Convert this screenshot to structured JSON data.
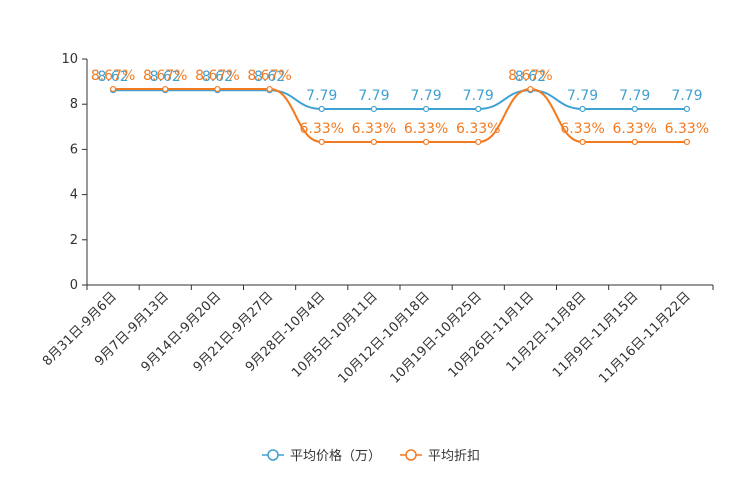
{
  "chart_data": {
    "type": "line",
    "categories": [
      "8月31日-9月6日",
      "9月7日-9月13日",
      "9月14日-9月20日",
      "9月21日-9月27日",
      "9月28日-10月4日",
      "10月5日-10月11日",
      "10月12日-10月18日",
      "10月19日-10月25日",
      "10月26日-11月1日",
      "11月2日-11月8日",
      "11月9日-11月15日",
      "11月16日-11月22日"
    ],
    "ylim": [
      0,
      10
    ],
    "yticks": [
      0,
      2,
      4,
      6,
      8,
      10
    ],
    "grid": false,
    "legend": "bottom-center",
    "series": [
      {
        "name": "平均价格（万）",
        "color": "#3fa0d2",
        "values": [
          8.62,
          8.62,
          8.62,
          8.62,
          7.79,
          7.79,
          7.79,
          7.79,
          8.62,
          7.79,
          7.79,
          7.79
        ],
        "labels": [
          "8.62",
          "8.62",
          "8.62",
          "8.62",
          "7.79",
          "7.79",
          "7.79",
          "7.79",
          "8.62",
          "7.79",
          "7.79",
          "7.79"
        ]
      },
      {
        "name": "平均折扣",
        "color": "#f47a20",
        "values": [
          8.67,
          8.67,
          8.67,
          8.67,
          6.33,
          6.33,
          6.33,
          6.33,
          8.67,
          6.33,
          6.33,
          6.33
        ],
        "labels": [
          "8.67%",
          "8.67%",
          "8.67%",
          "8.67%",
          "6.33%",
          "6.33%",
          "6.33%",
          "6.33%",
          "8.67%",
          "6.33%",
          "6.33%",
          "6.33%"
        ]
      }
    ]
  }
}
